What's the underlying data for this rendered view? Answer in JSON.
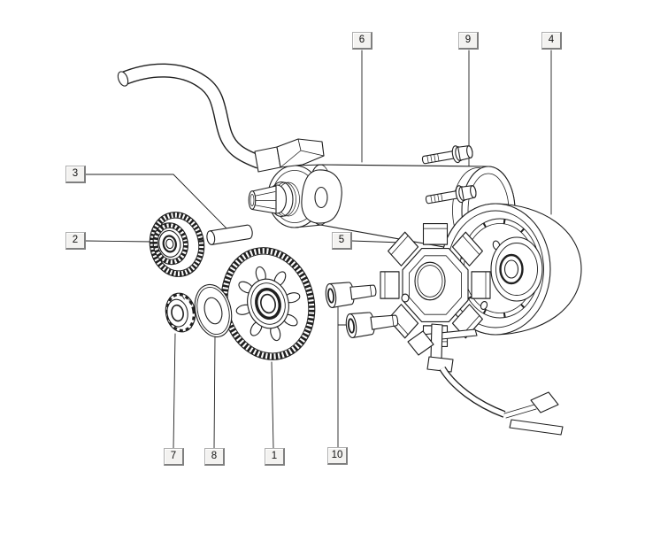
{
  "colors": {
    "line-color": "#1f1f1f",
    "label-face": "#f3f2f0",
    "label-shadow": "#7f7f7f",
    "label-border": "#aeaeae",
    "label-text": "#111111",
    "background": "#ffffff"
  },
  "callouts": [
    {
      "label": "1"
    },
    {
      "label": "2"
    },
    {
      "label": "3"
    },
    {
      "label": "4"
    },
    {
      "label": "5"
    },
    {
      "label": "6"
    },
    {
      "label": "7"
    },
    {
      "label": "8"
    },
    {
      "label": "9"
    },
    {
      "label": "10"
    }
  ]
}
